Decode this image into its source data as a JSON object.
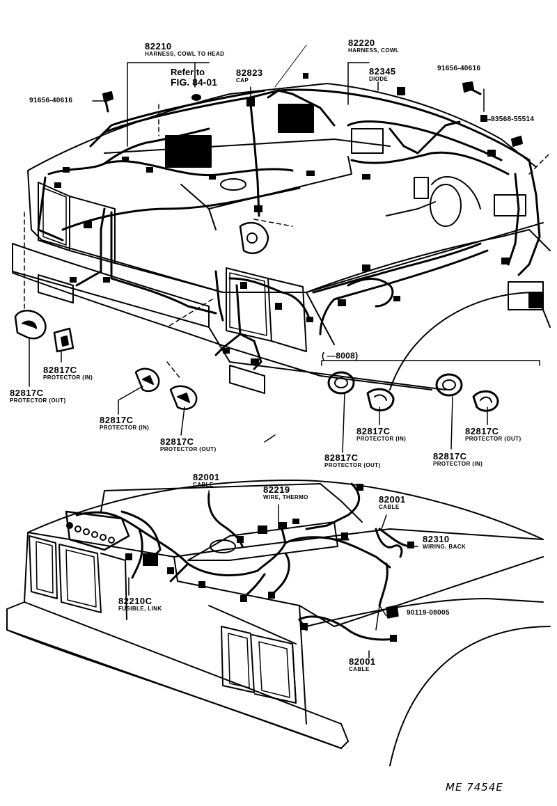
{
  "labels": {
    "p82210": {
      "num": "82210",
      "desc": "HARNESS, COWL TO HEAD"
    },
    "p82220": {
      "num": "82220",
      "desc": "HARNESS, COWL"
    },
    "ref": {
      "line1": "Refer to",
      "line2": "FIG. 84-01"
    },
    "p82823": {
      "num": "82823",
      "desc": "CAP"
    },
    "p82345": {
      "num": "82345",
      "desc": "DIODE"
    },
    "p91656a": "91656-40616",
    "p91656b": "91656-40616",
    "p93568": "93568-55514",
    "prot1": {
      "num": "82817C",
      "desc": "PROTECTOR (IN)"
    },
    "prot2": {
      "num": "82817C",
      "desc": "PROTECTOR (OUT)"
    },
    "prot3": {
      "num": "82817C",
      "desc": "PROTECTOR (IN)"
    },
    "prot4": {
      "num": "82817C",
      "desc": "PROTECTOR (OUT)"
    },
    "prot5": {
      "num": "82817C",
      "desc": "PROTECTOR (IN)"
    },
    "prot6": {
      "num": "82817C",
      "desc": "PROTECTOR (OUT)"
    },
    "prot7": {
      "num": "82817C",
      "desc": "PROTECTOR (OUT)"
    },
    "prot8": {
      "num": "82817C",
      "desc": "PROTECTOR (IN)"
    },
    "range": "(  —8008)",
    "c82001a": {
      "num": "82001",
      "desc": "CABLE"
    },
    "w82219": {
      "num": "82219",
      "desc": "WIRE, THERMO"
    },
    "c82001b": {
      "num": "82001",
      "desc": "CABLE"
    },
    "w82310": {
      "num": "82310",
      "desc": "WIRING, BACK"
    },
    "f82210c": {
      "num": "82210C",
      "desc": "FUSIBLE, LINK"
    },
    "p90119": "90119-08005",
    "c82001c": {
      "num": "82001",
      "desc": "CABLE"
    },
    "code": "ME 7454E"
  }
}
